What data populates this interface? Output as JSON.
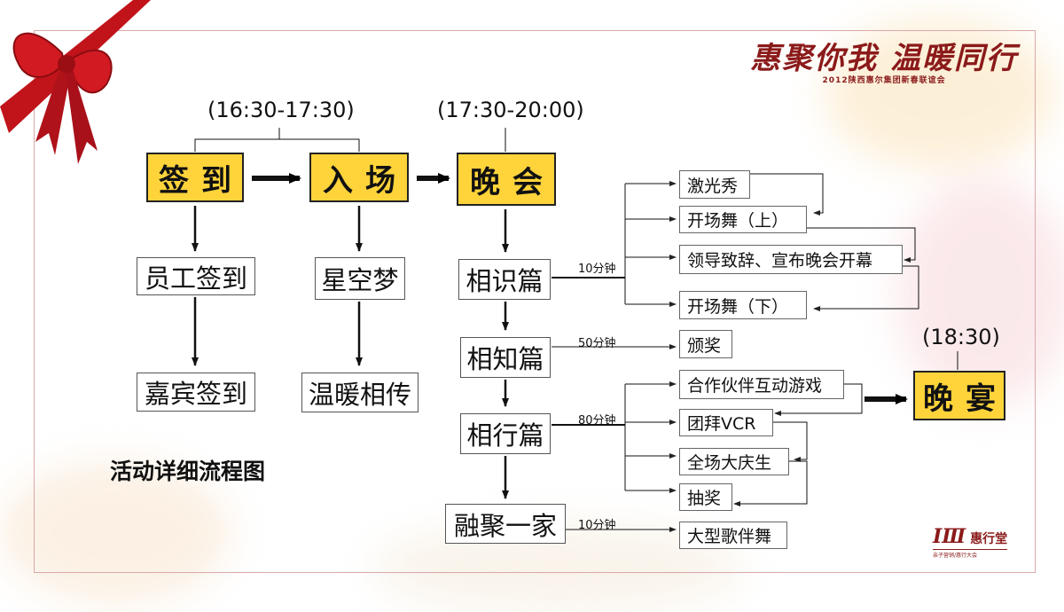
{
  "times": {
    "t1": "(16:30-17:30)",
    "t2": "(17:30-20:00)",
    "t3": "(18:30)"
  },
  "main_steps": {
    "signin": "签到",
    "entry": "入场",
    "gala": "晚会",
    "banquet": "晚宴"
  },
  "signin_flow": {
    "staff": "员工签到",
    "guest": "嘉宾签到"
  },
  "entry_flow": {
    "starry": "星空梦",
    "warmth": "温暖相传"
  },
  "sections": {
    "meet": "相识篇",
    "know": "相知篇",
    "walk": "相行篇",
    "together": "融聚一家"
  },
  "durations": {
    "d1": "10分钟",
    "d2": "50分钟",
    "d3": "80分钟",
    "d4": "10分钟"
  },
  "items": {
    "laser": "激光秀",
    "dance1": "开场舞（上）",
    "speech": "领导致辞、宣布晚会开幕",
    "dance2": "开场舞（下）",
    "award": "颁奖",
    "game": "合作伙伴互动游戏",
    "vcr": "团拜VCR",
    "celebrate": "全场大庆生",
    "lottery": "抽奖",
    "song": "大型歌伴舞"
  },
  "title": "活动详细流程图",
  "branding": {
    "slogan": "惠聚你我 温暖同行",
    "subtitle": "2012陕西惠尔集团新春联谊会",
    "logo_text": "惠行堂",
    "logo_sub": "亲子营销/惠行大会"
  },
  "colors": {
    "highlight": "#ffd43b",
    "brand": "#8b1a1a",
    "ribbon": "#c0141a"
  }
}
